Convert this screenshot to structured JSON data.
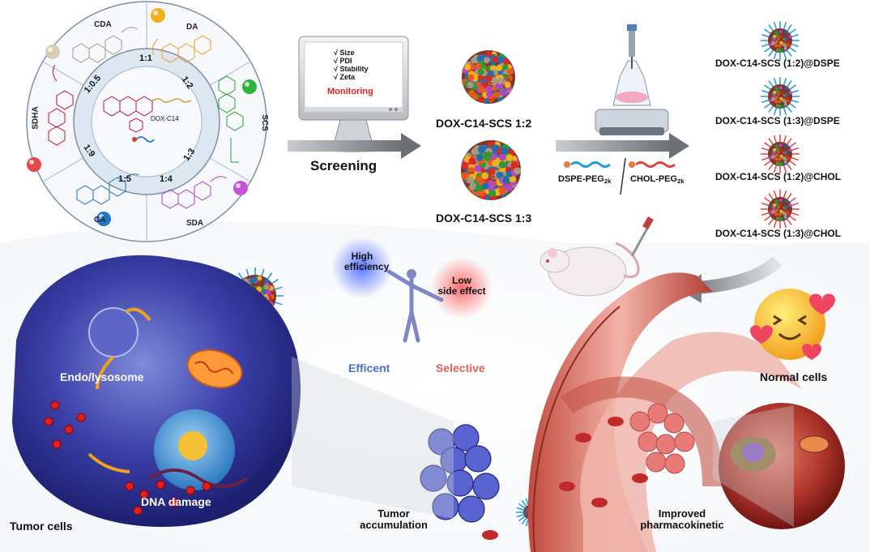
{
  "wheel": {
    "outer_labels": [
      "CDA",
      "DA",
      "SCS",
      "SDA",
      "CA",
      "SDHA"
    ],
    "ratios": [
      "1:1",
      "1:2",
      "1:3",
      "1:4",
      "1:5",
      "1:9",
      "1:0.5"
    ],
    "center_label": "DOX-C14"
  },
  "monitor": {
    "checks": [
      "√ Size",
      "√ PDI",
      "√ Stability",
      "√ Zeta"
    ],
    "title": "Monitoring"
  },
  "screening_label": "Screening",
  "nanoparticles": [
    "DOX-C14-SCS 1:2",
    "DOX-C14-SCS 1:3"
  ],
  "peg": {
    "dspe": "DSPE-PEG",
    "chol": "CHOL-PEG",
    "subscript": "2k"
  },
  "formulations": [
    "DOX-C14-SCS (1:2)@DSPE",
    "DOX-C14-SCS (1:3)@DSPE",
    "DOX-C14-SCS (1:2)@CHOL",
    "DOX-C14-SCS (1:3)@CHOL"
  ],
  "balance": {
    "left_top": "High",
    "left_bottom": "efficiency",
    "right_top": "Low",
    "right_bottom": "side effect",
    "efficient": "Efficent",
    "selective": "Selective"
  },
  "tumor_cell": {
    "endo": "Endo/lysosome",
    "dna": "DNA damage",
    "label": "Tumor cells"
  },
  "bottom": {
    "accumulation_1": "Tumor",
    "accumulation_2": "accumulation",
    "pk_1": "Improved",
    "pk_2": "pharmacokinetic",
    "normal": "Normal cells"
  },
  "colors": {
    "cda": "#a89880",
    "da": "#e8a020",
    "scs": "#2aa030",
    "sda": "#b040c0",
    "ca": "#1f6fb0",
    "sdha": "#c8102e",
    "accent_red": "#e0201c",
    "efficient_blue": "#4f6fd0",
    "selective_red": "#e0605a"
  }
}
